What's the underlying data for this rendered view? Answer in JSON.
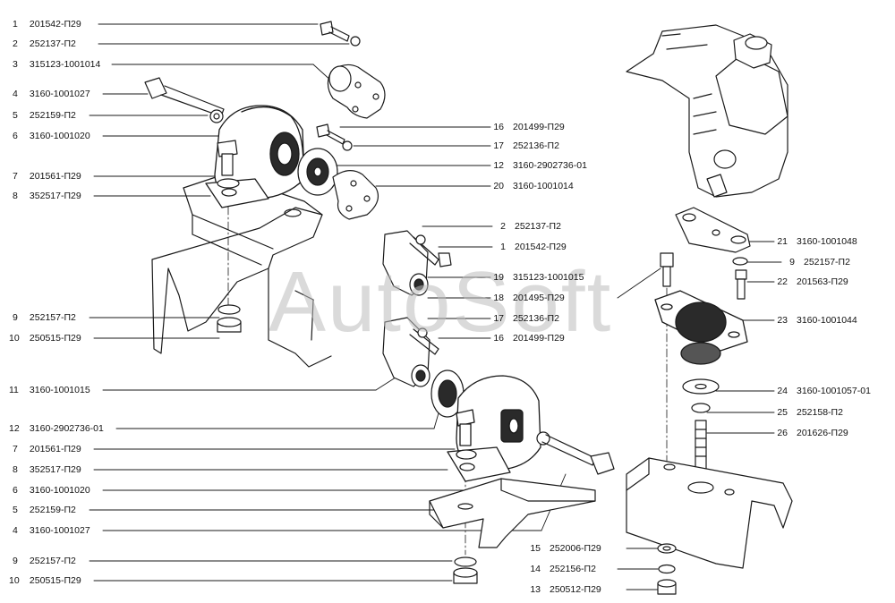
{
  "watermark": "AutoSoft",
  "left_labels": [
    {
      "num": "1",
      "code": "201542-П29"
    },
    {
      "num": "2",
      "code": "252137-П2"
    },
    {
      "num": "3",
      "code": "315123-1001014"
    },
    {
      "num": "4",
      "code": "3160-1001027"
    },
    {
      "num": "5",
      "code": "252159-П2"
    },
    {
      "num": "6",
      "code": "3160-1001020"
    },
    {
      "num": "7",
      "code": "201561-П29"
    },
    {
      "num": "8",
      "code": "352517-П29"
    },
    {
      "num": "9",
      "code": "252157-П2"
    },
    {
      "num": "10",
      "code": "250515-П29"
    },
    {
      "num": "11",
      "code": "3160-1001015"
    },
    {
      "num": "12",
      "code": "3160-2902736-01"
    },
    {
      "num": "7",
      "code": "201561-П29"
    },
    {
      "num": "8",
      "code": "352517-П29"
    },
    {
      "num": "6",
      "code": "3160-1001020"
    },
    {
      "num": "5",
      "code": "252159-П2"
    },
    {
      "num": "4",
      "code": "3160-1001027"
    },
    {
      "num": "9",
      "code": "252157-П2"
    },
    {
      "num": "10",
      "code": "250515-П29"
    }
  ],
  "mid_labels": [
    {
      "num": "16",
      "code": "201499-П29"
    },
    {
      "num": "17",
      "code": "252136-П2"
    },
    {
      "num": "12",
      "code": "3160-2902736-01"
    },
    {
      "num": "20",
      "code": "3160-1001014"
    },
    {
      "num": "2",
      "code": "252137-П2"
    },
    {
      "num": "1",
      "code": "201542-П29"
    },
    {
      "num": "19",
      "code": "315123-1001015"
    },
    {
      "num": "18",
      "code": "201495-П29"
    },
    {
      "num": "17",
      "code": "252136-П2"
    },
    {
      "num": "16",
      "code": "201499-П29"
    }
  ],
  "right_labels": [
    {
      "num": "21",
      "code": "3160-1001048"
    },
    {
      "num": "9",
      "code": "252157-П2"
    },
    {
      "num": "22",
      "code": "201563-П29"
    },
    {
      "num": "23",
      "code": "3160-1001044"
    },
    {
      "num": "24",
      "code": "3160-1001057-01"
    },
    {
      "num": "25",
      "code": "252158-П2"
    },
    {
      "num": "26",
      "code": "201626-П29"
    }
  ],
  "bottom_labels": [
    {
      "num": "15",
      "code": "252006-П29"
    },
    {
      "num": "14",
      "code": "252156-П2"
    },
    {
      "num": "13",
      "code": "250512-П29"
    }
  ]
}
